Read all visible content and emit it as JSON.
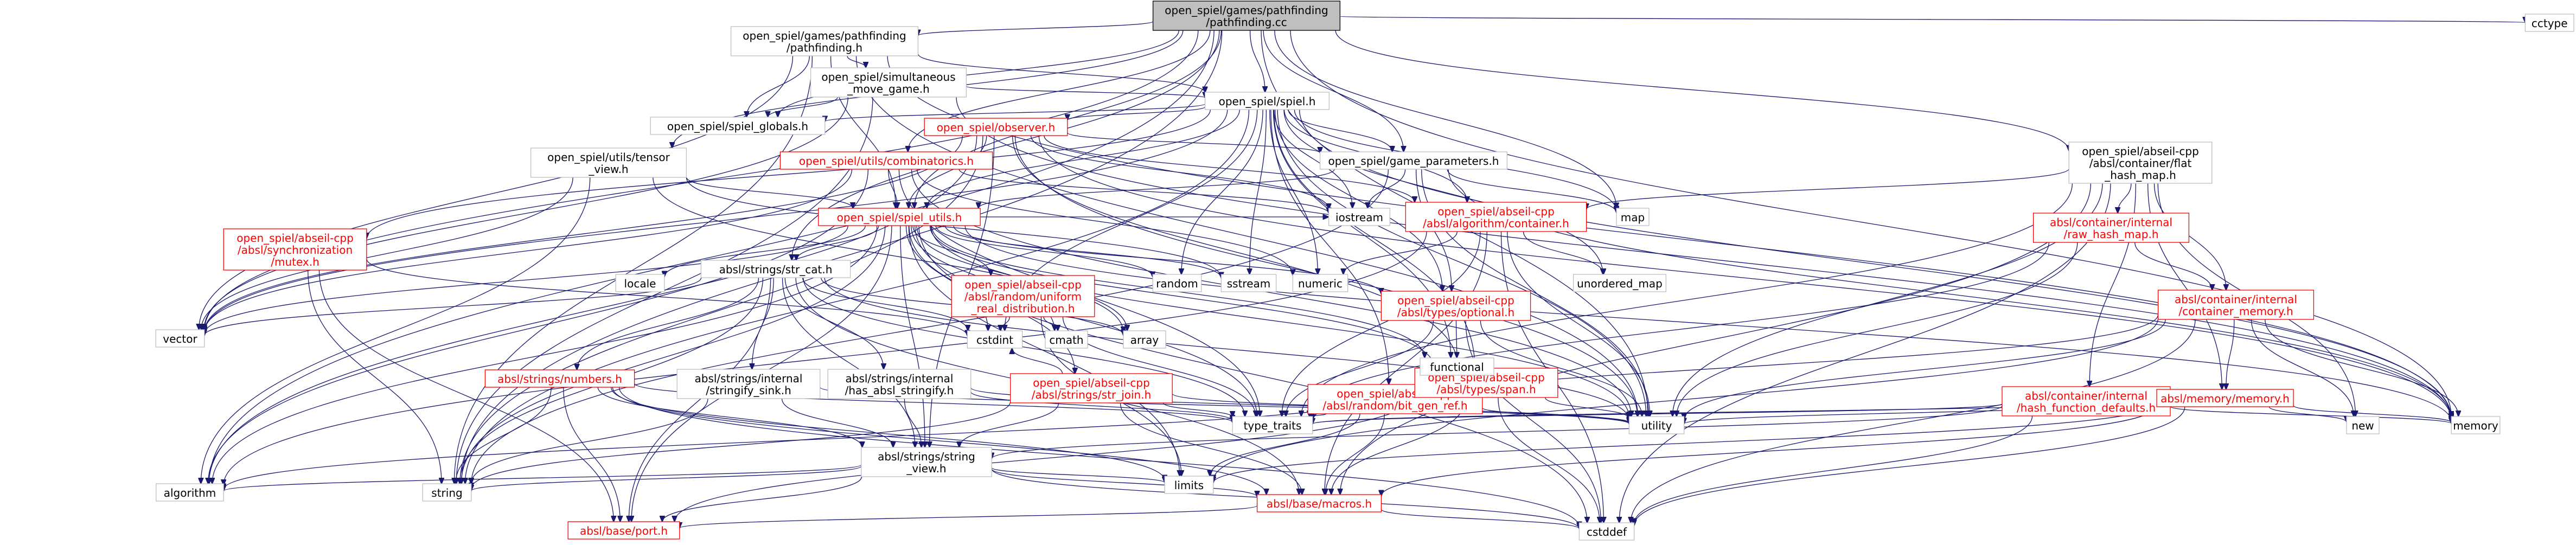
{
  "graph": {
    "nodes": [
      {
        "id": "root",
        "label": "open_spiel/games/pathfinding\n/pathfinding.cc",
        "style": "root"
      },
      {
        "id": "pf_h",
        "label": "open_spiel/games/pathfinding\n/pathfinding.h",
        "style": "normal"
      },
      {
        "id": "cctype",
        "label": "cctype",
        "style": "normal"
      },
      {
        "id": "simgame",
        "label": "open_spiel/simultaneous\n_move_game.h",
        "style": "normal"
      },
      {
        "id": "flat_hash_map",
        "label": "open_spiel/abseil-cpp\n/absl/container/flat\n_hash_map.h",
        "style": "normal"
      },
      {
        "id": "spiel_h",
        "label": "open_spiel/spiel.h",
        "style": "normal"
      },
      {
        "id": "observer",
        "label": "open_spiel/observer.h",
        "style": "red"
      },
      {
        "id": "spiel_globals",
        "label": "open_spiel/spiel_globals.h",
        "style": "normal"
      },
      {
        "id": "combinatorics",
        "label": "open_spiel/utils/combinatorics.h",
        "style": "red"
      },
      {
        "id": "game_params",
        "label": "open_spiel/game_parameters.h",
        "style": "normal"
      },
      {
        "id": "tensor_view",
        "label": "open_spiel/utils/tensor\n_view.h",
        "style": "normal"
      },
      {
        "id": "raw_hash_map",
        "label": "absl/container/internal\n/raw_hash_map.h",
        "style": "red"
      },
      {
        "id": "container_h",
        "label": "open_spiel/abseil-cpp\n/absl/algorithm/container.h",
        "style": "red"
      },
      {
        "id": "spiel_utils",
        "label": "open_spiel/spiel_utils.h",
        "style": "red"
      },
      {
        "id": "mutex",
        "label": "open_spiel/abseil-cpp\n/absl/synchronization\n/mutex.h",
        "style": "red"
      },
      {
        "id": "container_memory",
        "label": "absl/container/internal\n/container_memory.h",
        "style": "red"
      },
      {
        "id": "str_cat",
        "label": "absl/strings/str_cat.h",
        "style": "normal"
      },
      {
        "id": "uniform_real",
        "label": "open_spiel/abseil-cpp\n/absl/random/uniform\n_real_distribution.h",
        "style": "red"
      },
      {
        "id": "optional_h",
        "label": "open_spiel/abseil-cpp\n/absl/types/optional.h",
        "style": "red"
      },
      {
        "id": "hash_defaults",
        "label": "absl/container/internal\n/hash_function_defaults.h",
        "style": "red"
      },
      {
        "id": "memory_memory",
        "label": "absl/memory/memory.h",
        "style": "red"
      },
      {
        "id": "numbers",
        "label": "absl/strings/numbers.h",
        "style": "red"
      },
      {
        "id": "stringify_sink",
        "label": "absl/strings/internal\n/stringify_sink.h",
        "style": "normal"
      },
      {
        "id": "has_stringify",
        "label": "absl/strings/internal\n/has_absl_stringify.h",
        "style": "normal"
      },
      {
        "id": "str_join",
        "label": "open_spiel/abseil-cpp\n/absl/strings/str_join.h",
        "style": "red"
      },
      {
        "id": "bit_gen_ref",
        "label": "open_spiel/abseil-cpp\n/absl/random/bit_gen_ref.h",
        "style": "red"
      },
      {
        "id": "span",
        "label": "open_spiel/abseil-cpp\n/absl/types/span.h",
        "style": "red"
      },
      {
        "id": "string_view",
        "label": "absl/strings/string\n_view.h",
        "style": "normal"
      },
      {
        "id": "macros",
        "label": "absl/base/macros.h",
        "style": "red"
      },
      {
        "id": "port",
        "label": "absl/base/port.h",
        "style": "red"
      },
      {
        "id": "iostream",
        "label": "iostream",
        "style": "normal"
      },
      {
        "id": "map",
        "label": "map",
        "style": "normal"
      },
      {
        "id": "memory",
        "label": "memory",
        "style": "normal"
      },
      {
        "id": "new",
        "label": "new",
        "style": "normal"
      },
      {
        "id": "cstddef",
        "label": "cstddef",
        "style": "normal"
      },
      {
        "id": "utility",
        "label": "utility",
        "style": "normal"
      },
      {
        "id": "type_traits",
        "label": "type_traits",
        "style": "normal"
      },
      {
        "id": "limits",
        "label": "limits",
        "style": "normal"
      },
      {
        "id": "string",
        "label": "string",
        "style": "normal"
      },
      {
        "id": "algorithm",
        "label": "algorithm",
        "style": "normal"
      },
      {
        "id": "vector",
        "label": "vector",
        "style": "normal"
      },
      {
        "id": "cstdint",
        "label": "cstdint",
        "style": "normal"
      },
      {
        "id": "cmath",
        "label": "cmath",
        "style": "normal"
      },
      {
        "id": "array",
        "label": "array",
        "style": "normal"
      },
      {
        "id": "numeric",
        "label": "numeric",
        "style": "normal"
      },
      {
        "id": "functional",
        "label": "functional",
        "style": "normal"
      },
      {
        "id": "unordered_map",
        "label": "unordered_map",
        "style": "normal"
      },
      {
        "id": "random",
        "label": "random",
        "style": "normal"
      },
      {
        "id": "sstream",
        "label": "sstream",
        "style": "normal"
      },
      {
        "id": "locale",
        "label": "locale",
        "style": "normal"
      }
    ],
    "edges": [
      [
        "root",
        "pf_h"
      ],
      [
        "root",
        "cctype"
      ],
      [
        "root",
        "flat_hash_map"
      ],
      [
        "root",
        "spiel_h"
      ],
      [
        "root",
        "spiel_globals"
      ],
      [
        "root",
        "combinatorics"
      ],
      [
        "root",
        "game_params"
      ],
      [
        "root",
        "tensor_view"
      ],
      [
        "root",
        "spiel_utils"
      ],
      [
        "root",
        "str_cat"
      ],
      [
        "root",
        "map"
      ],
      [
        "root",
        "memory"
      ],
      [
        "root",
        "utility"
      ],
      [
        "root",
        "algorithm"
      ],
      [
        "root",
        "vector"
      ],
      [
        "root",
        "string"
      ],
      [
        "pf_h",
        "simgame"
      ],
      [
        "pf_h",
        "spiel_h"
      ],
      [
        "pf_h",
        "spiel_globals"
      ],
      [
        "pf_h",
        "spiel_utils"
      ],
      [
        "pf_h",
        "memory"
      ],
      [
        "pf_h",
        "string"
      ],
      [
        "pf_h",
        "vector"
      ],
      [
        "pf_h",
        "utility"
      ],
      [
        "simgame",
        "spiel_h"
      ],
      [
        "simgame",
        "spiel_globals"
      ],
      [
        "simgame",
        "string"
      ],
      [
        "simgame",
        "vector"
      ],
      [
        "simgame",
        "memory"
      ],
      [
        "spiel_h",
        "observer"
      ],
      [
        "spiel_h",
        "spiel_globals"
      ],
      [
        "spiel_h",
        "game_params"
      ],
      [
        "spiel_h",
        "spiel_utils"
      ],
      [
        "spiel_h",
        "container_h"
      ],
      [
        "spiel_h",
        "optional_h"
      ],
      [
        "spiel_h",
        "bit_gen_ref"
      ],
      [
        "spiel_h",
        "span"
      ],
      [
        "spiel_h",
        "mutex"
      ],
      [
        "spiel_h",
        "iostream"
      ],
      [
        "spiel_h",
        "map"
      ],
      [
        "spiel_h",
        "memory"
      ],
      [
        "spiel_h",
        "numeric"
      ],
      [
        "spiel_h",
        "random"
      ],
      [
        "spiel_h",
        "sstream"
      ],
      [
        "spiel_h",
        "string"
      ],
      [
        "spiel_h",
        "unordered_map"
      ],
      [
        "spiel_h",
        "utility"
      ],
      [
        "spiel_h",
        "vector"
      ],
      [
        "spiel_h",
        "functional"
      ],
      [
        "spiel_h",
        "cstdint"
      ],
      [
        "observer",
        "game_params"
      ],
      [
        "observer",
        "spiel_utils"
      ],
      [
        "observer",
        "container_h"
      ],
      [
        "observer",
        "span"
      ],
      [
        "observer",
        "string"
      ],
      [
        "observer",
        "vector"
      ],
      [
        "observer",
        "memory"
      ],
      [
        "observer",
        "utility"
      ],
      [
        "observer",
        "string_view"
      ],
      [
        "observer",
        "algorithm"
      ],
      [
        "observer",
        "iostream"
      ],
      [
        "combinatorics",
        "spiel_utils"
      ],
      [
        "combinatorics",
        "vector"
      ],
      [
        "combinatorics",
        "numeric"
      ],
      [
        "combinatorics",
        "iostream"
      ],
      [
        "combinatorics",
        "type_traits"
      ],
      [
        "combinatorics",
        "utility"
      ],
      [
        "combinatorics",
        "algorithm"
      ],
      [
        "game_params",
        "spiel_utils"
      ],
      [
        "game_params",
        "optional_h"
      ],
      [
        "game_params",
        "map"
      ],
      [
        "game_params",
        "string"
      ],
      [
        "game_params",
        "utility"
      ],
      [
        "game_params",
        "memory"
      ],
      [
        "game_params",
        "iostream"
      ],
      [
        "tensor_view",
        "spiel_utils"
      ],
      [
        "tensor_view",
        "array"
      ],
      [
        "tensor_view",
        "vector"
      ],
      [
        "tensor_view",
        "algorithm"
      ],
      [
        "tensor_view",
        "sstream"
      ],
      [
        "flat_hash_map",
        "raw_hash_map"
      ],
      [
        "flat_hash_map",
        "container_memory"
      ],
      [
        "flat_hash_map",
        "hash_defaults"
      ],
      [
        "flat_hash_map",
        "memory_memory"
      ],
      [
        "flat_hash_map",
        "container_h"
      ],
      [
        "flat_hash_map",
        "macros"
      ],
      [
        "flat_hash_map",
        "cstddef"
      ],
      [
        "flat_hash_map",
        "new"
      ],
      [
        "flat_hash_map",
        "type_traits"
      ],
      [
        "flat_hash_map",
        "utility"
      ],
      [
        "raw_hash_map",
        "container_memory"
      ],
      [
        "raw_hash_map",
        "type_traits"
      ],
      [
        "raw_hash_map",
        "utility"
      ],
      [
        "container_h",
        "algorithm"
      ],
      [
        "container_h",
        "numeric"
      ],
      [
        "container_h",
        "type_traits"
      ],
      [
        "container_h",
        "utility"
      ],
      [
        "container_h",
        "unordered_map"
      ],
      [
        "container_h",
        "cstddef"
      ],
      [
        "container_h",
        "iterator"
      ],
      [
        "container_h",
        "macros"
      ],
      [
        "container_memory",
        "memory_memory"
      ],
      [
        "container_memory",
        "cstddef"
      ],
      [
        "container_memory",
        "new"
      ],
      [
        "container_memory",
        "memory"
      ],
      [
        "container_memory",
        "utility"
      ],
      [
        "container_memory",
        "type_traits"
      ],
      [
        "container_memory",
        "limits"
      ],
      [
        "hash_defaults",
        "string_view"
      ],
      [
        "hash_defaults",
        "cstddef"
      ],
      [
        "hash_defaults",
        "memory"
      ],
      [
        "hash_defaults",
        "type_traits"
      ],
      [
        "memory_memory",
        "macros"
      ],
      [
        "memory_memory",
        "cstddef"
      ],
      [
        "memory_memory",
        "limits"
      ],
      [
        "memory_memory",
        "memory"
      ],
      [
        "memory_memory",
        "new"
      ],
      [
        "memory_memory",
        "type_traits"
      ],
      [
        "memory_memory",
        "utility"
      ],
      [
        "spiel_utils",
        "str_cat"
      ],
      [
        "spiel_utils",
        "str_join"
      ],
      [
        "spiel_utils",
        "span"
      ],
      [
        "spiel_utils",
        "optional_h"
      ],
      [
        "spiel_utils",
        "uniform_real"
      ],
      [
        "spiel_utils",
        "string_view"
      ],
      [
        "spiel_utils",
        "algorithm"
      ],
      [
        "spiel_utils",
        "array"
      ],
      [
        "spiel_utils",
        "cmath"
      ],
      [
        "spiel_utils",
        "cstdint"
      ],
      [
        "spiel_utils",
        "functional"
      ],
      [
        "spiel_utils",
        "iostream"
      ],
      [
        "spiel_utils",
        "locale"
      ],
      [
        "spiel_utils",
        "memory"
      ],
      [
        "spiel_utils",
        "random"
      ],
      [
        "spiel_utils",
        "sstream"
      ],
      [
        "spiel_utils",
        "string"
      ],
      [
        "spiel_utils",
        "type_traits"
      ],
      [
        "spiel_utils",
        "utility"
      ],
      [
        "spiel_utils",
        "vector"
      ],
      [
        "spiel_utils",
        "cstddef"
      ],
      [
        "spiel_utils",
        "limits"
      ],
      [
        "spiel_utils",
        "port"
      ],
      [
        "mutex",
        "port"
      ],
      [
        "mutex",
        "string"
      ],
      [
        "mutex",
        "cstdint"
      ],
      [
        "str_cat",
        "numbers"
      ],
      [
        "str_cat",
        "stringify_sink"
      ],
      [
        "str_cat",
        "has_stringify"
      ],
      [
        "str_cat",
        "string_view"
      ],
      [
        "str_cat",
        "array"
      ],
      [
        "str_cat",
        "cstdint"
      ],
      [
        "str_cat",
        "string"
      ],
      [
        "str_cat",
        "type_traits"
      ],
      [
        "str_cat",
        "utility"
      ],
      [
        "str_cat",
        "vector"
      ],
      [
        "str_cat",
        "port"
      ],
      [
        "str_cat",
        "macros"
      ],
      [
        "uniform_real",
        "cmath"
      ],
      [
        "uniform_real",
        "cstdint"
      ],
      [
        "uniform_real",
        "limits"
      ],
      [
        "uniform_real",
        "type_traits"
      ],
      [
        "optional_h",
        "utility"
      ],
      [
        "optional_h",
        "functional"
      ],
      [
        "optional_h",
        "type_traits"
      ],
      [
        "optional_h",
        "cstddef"
      ],
      [
        "numbers",
        "string_view"
      ],
      [
        "numbers",
        "port"
      ],
      [
        "numbers",
        "macros"
      ],
      [
        "numbers",
        "string"
      ],
      [
        "numbers",
        "type_traits"
      ],
      [
        "numbers",
        "cstddef"
      ],
      [
        "numbers",
        "limits"
      ],
      [
        "stringify_sink",
        "string_view"
      ],
      [
        "stringify_sink",
        "string"
      ],
      [
        "stringify_sink",
        "utility"
      ],
      [
        "has_stringify",
        "string_view"
      ],
      [
        "has_stringify",
        "type_traits"
      ],
      [
        "has_stringify",
        "utility"
      ],
      [
        "str_join",
        "string_view"
      ],
      [
        "str_join",
        "macros"
      ],
      [
        "str_join",
        "string"
      ],
      [
        "str_join",
        "type_traits"
      ],
      [
        "str_join",
        "utility"
      ],
      [
        "str_join",
        "cstdint"
      ],
      [
        "bit_gen_ref",
        "macros"
      ],
      [
        "bit_gen_ref",
        "type_traits"
      ],
      [
        "bit_gen_ref",
        "limits"
      ],
      [
        "bit_gen_ref",
        "utility"
      ],
      [
        "span",
        "macros"
      ],
      [
        "span",
        "port"
      ],
      [
        "span",
        "algorithm"
      ],
      [
        "span",
        "cstddef"
      ],
      [
        "span",
        "type_traits"
      ],
      [
        "span",
        "utility"
      ],
      [
        "string_view",
        "macros"
      ],
      [
        "string_view",
        "port"
      ],
      [
        "string_view",
        "algorithm"
      ],
      [
        "string_view",
        "cstddef"
      ],
      [
        "string_view",
        "limits"
      ],
      [
        "string_view",
        "string"
      ],
      [
        "macros",
        "port"
      ],
      [
        "macros",
        "cstddef"
      ]
    ]
  }
}
